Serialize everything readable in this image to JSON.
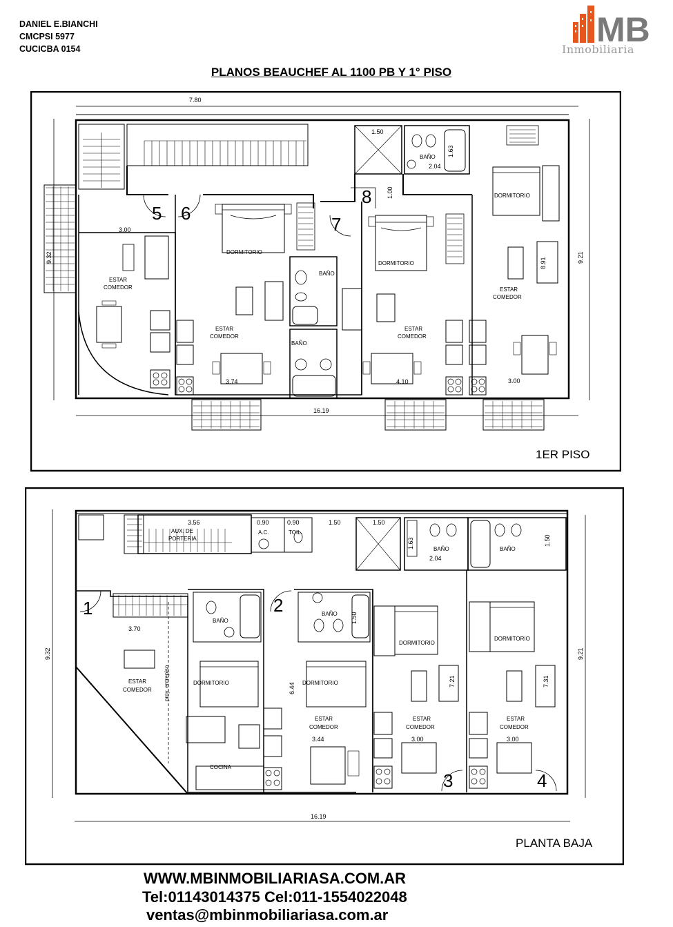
{
  "header": {
    "agent_name": "DANIEL E.BIANCHI",
    "license_1": "CMCPSI 5977",
    "license_2": "CUCICBA 0154",
    "brand_text": "MB",
    "brand_sub": "Inmobiliaria",
    "title": "PLANOS BEAUCHEF AL 1100 PB Y 1° PISO"
  },
  "colors": {
    "brand_orange": "#e5571f",
    "brand_gray": "#7a7a7a",
    "line": "#000000"
  },
  "upper_plan": {
    "label": "1ER PISO",
    "dims": {
      "top": "7.80",
      "bottom": "16.19",
      "left": "9.32",
      "right": "9.21",
      "d1": "3.00",
      "d2": "3.74",
      "d3": "4.10",
      "d4": "3.00",
      "d5": "1.50",
      "d6": "2.04",
      "d7": "1.63",
      "d8": "1.00",
      "d9": "8.91"
    },
    "units": [
      "5",
      "6",
      "7",
      "8"
    ],
    "rooms": {
      "estar": "ESTAR",
      "comedor": "COMEDOR",
      "dormitorio": "DORMITORIO",
      "bano": "BAÑO"
    }
  },
  "lower_plan": {
    "label": "PLANTA BAJA",
    "dims": {
      "bottom": "16.19",
      "left": "9.32",
      "right": "9.21",
      "a": "3.56",
      "b": "0.90",
      "c": "0.90",
      "d": "1.50",
      "e": "1.50",
      "f": "1.63",
      "g": "2.04",
      "h": "1.50",
      "i": "3.70",
      "j": "1.50",
      "k": "6.44",
      "l": "3.44",
      "m": "7.21",
      "n": "3.00",
      "o": "7.31",
      "p": "3.00"
    },
    "units": [
      "1",
      "2",
      "3",
      "4"
    ],
    "rooms": {
      "aux": "AUX. DE",
      "porteria": "PORTERIA",
      "ac": "A.C.",
      "toil": "TOIL.",
      "entrepiso": "proy. entrepiso",
      "cocina": "COCINA"
    }
  },
  "footer": {
    "web": "WWW.MBINMOBILIARIASA.COM.AR",
    "phones": "Tel:01143014375 Cel:011-1554022048",
    "email": "ventas@mbinmobiliariasa.com.ar"
  }
}
